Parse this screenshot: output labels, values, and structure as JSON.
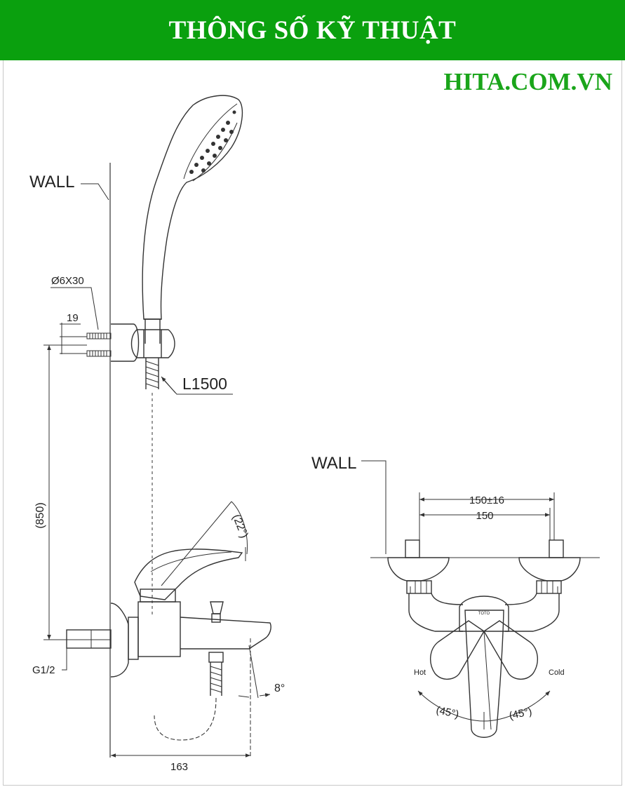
{
  "colors": {
    "header_bg": "#0aa00e",
    "header_text": "#ffffff",
    "brand": "#1aa51a",
    "line": "#333333"
  },
  "header": {
    "title": "THÔNG SỐ KỸ THUẬT"
  },
  "brand": {
    "text": "HITA.COM.VN"
  },
  "side_view": {
    "wall_label": "WALL",
    "screw_label": "Ø6X30",
    "dim_19": "19",
    "hose_label": "L1500",
    "dim_850": "(850)",
    "angle_22": "(22°)",
    "inlet_label": "G1/2",
    "angle_8": "8°",
    "dim_163": "163"
  },
  "front_view": {
    "wall_label": "WALL",
    "dim_outer": "150±16",
    "dim_inner": "150",
    "hot_label": "Hot",
    "cold_label": "Cold",
    "angle_left": "(45°)",
    "angle_right": "(45°)",
    "logo_text": "TOTO"
  }
}
